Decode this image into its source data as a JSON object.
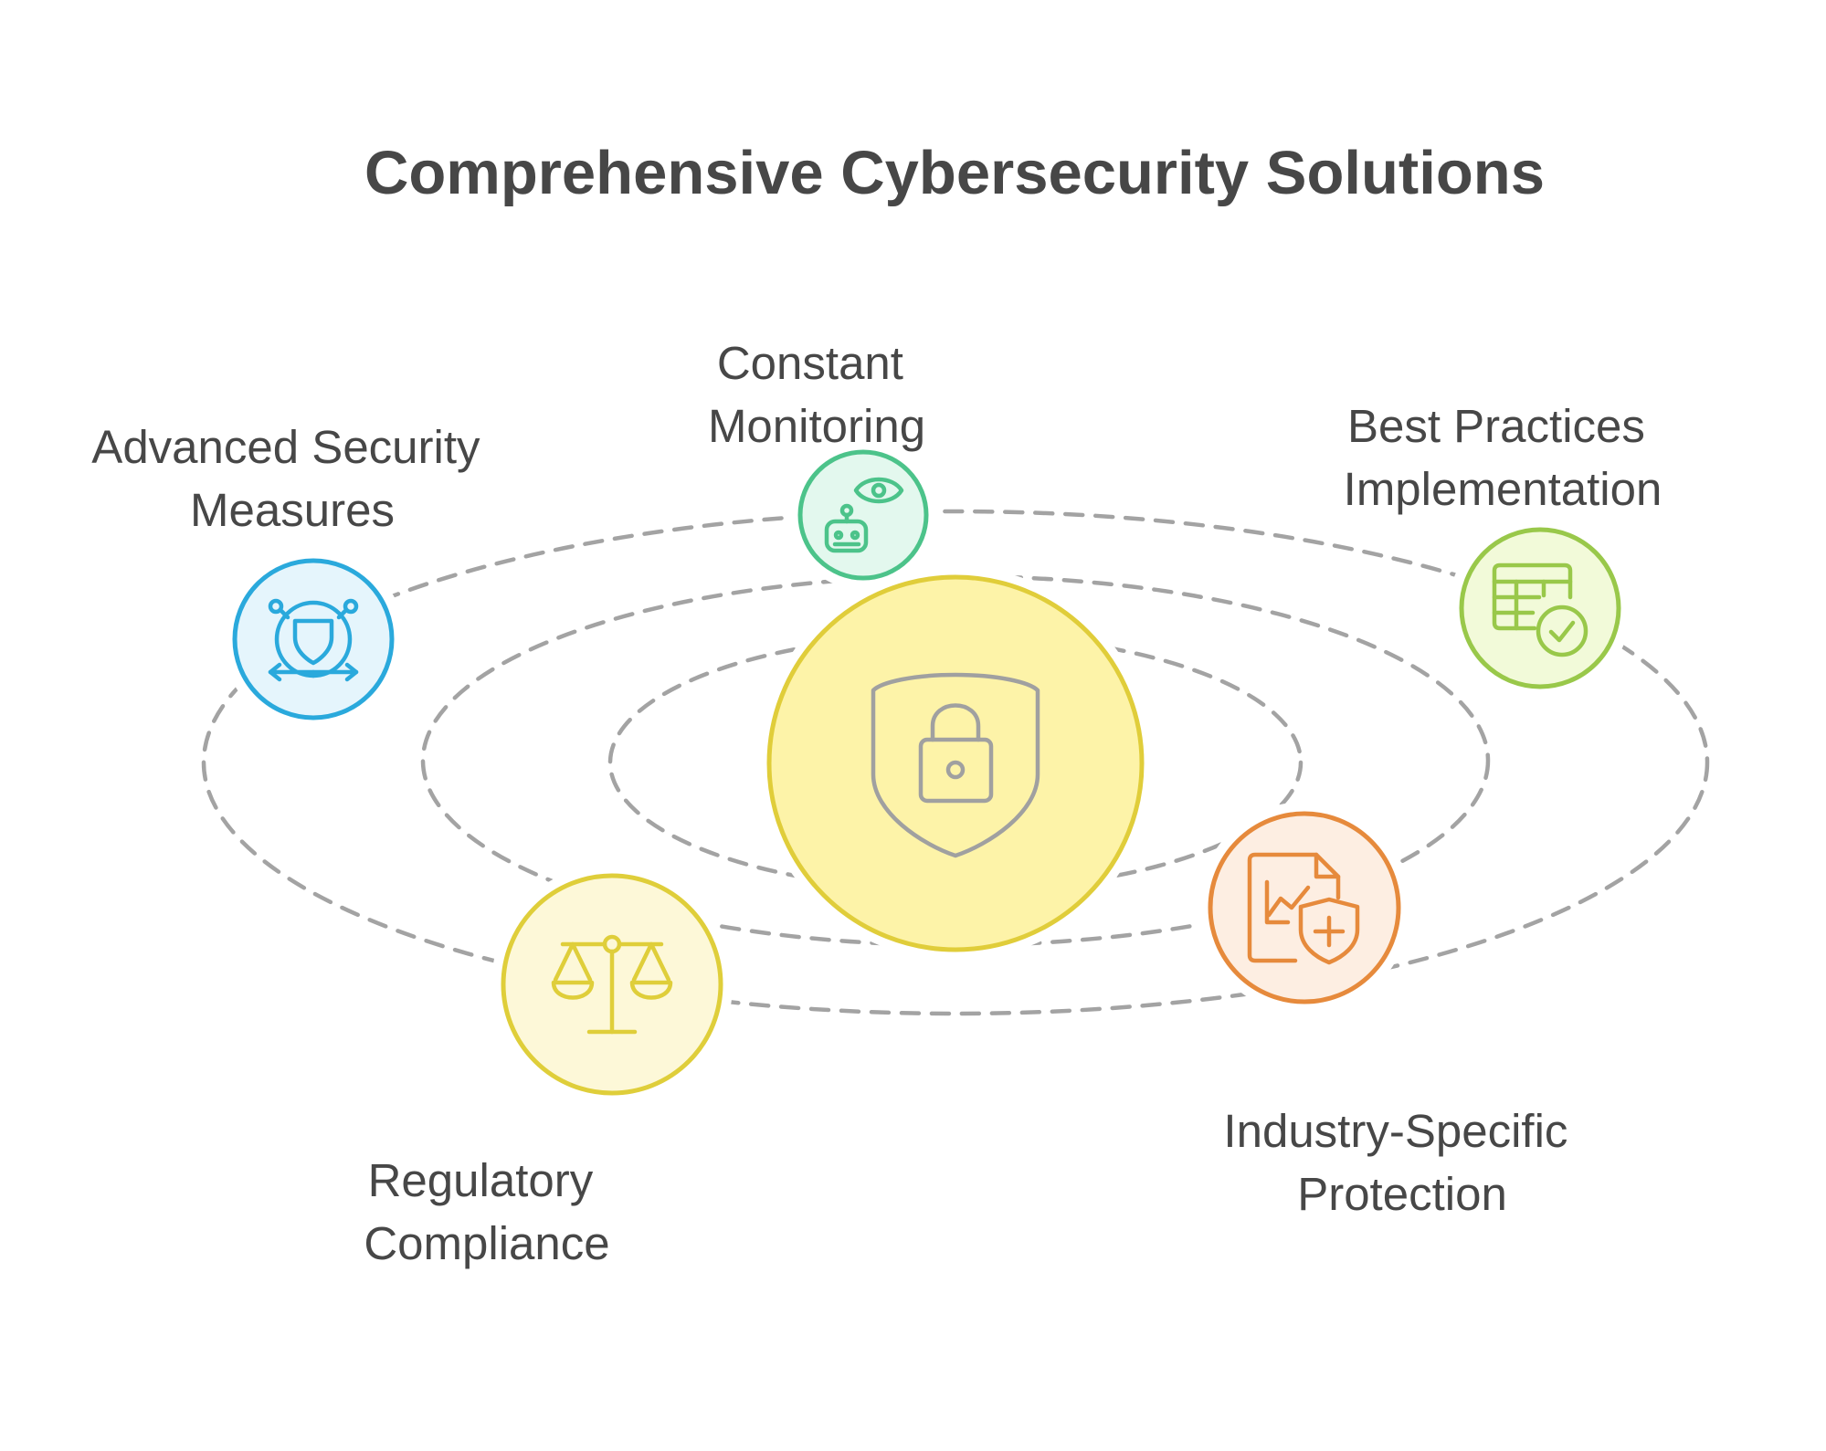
{
  "title": "Comprehensive Cybersecurity Solutions",
  "center": {
    "icon": "shield-lock-icon",
    "fill": "#fdf3a8",
    "stroke": "#e0cd3a",
    "icon_color": "#a0a0a0"
  },
  "nodes": [
    {
      "id": "advanced-security",
      "label_lines": [
        "Advanced Security",
        "Measures"
      ],
      "icon": "network-shield-icon",
      "fill": "#e5f5fc",
      "stroke": "#2aa9dc"
    },
    {
      "id": "constant-monitoring",
      "label_lines": [
        "Constant",
        "Monitoring"
      ],
      "icon": "robot-eye-icon",
      "fill": "#e3f8ee",
      "stroke": "#4cc38a"
    },
    {
      "id": "best-practices",
      "label_lines": [
        "Best Practices",
        "Implementation"
      ],
      "icon": "table-check-icon",
      "fill": "#f2fad9",
      "stroke": "#99c84a"
    },
    {
      "id": "industry-specific",
      "label_lines": [
        "Industry-Specific",
        "Protection"
      ],
      "icon": "report-shield-icon",
      "fill": "#fdeee2",
      "stroke": "#e68a3c"
    },
    {
      "id": "regulatory-compliance",
      "label_lines": [
        "Regulatory",
        "Compliance"
      ],
      "icon": "balance-scale-icon",
      "fill": "#fdf8d8",
      "stroke": "#dfce3a"
    }
  ]
}
